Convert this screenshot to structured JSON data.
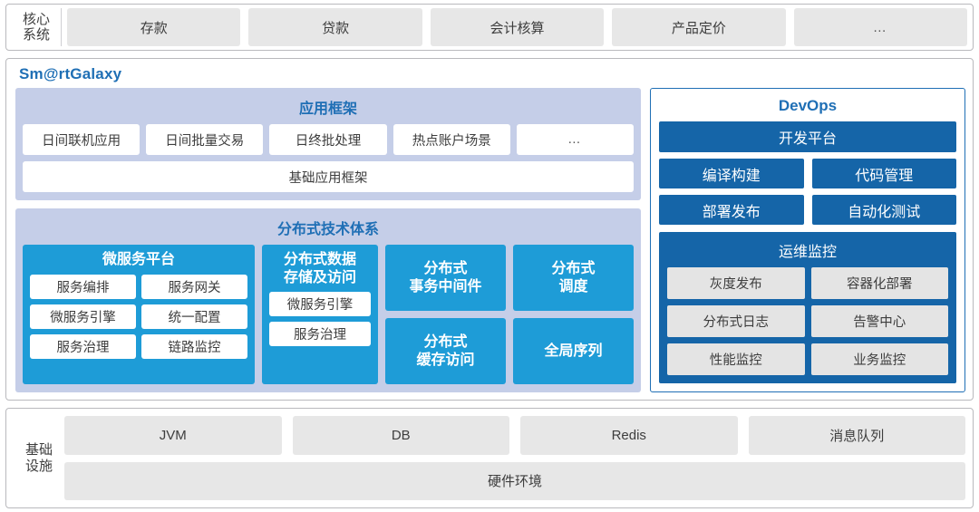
{
  "core_system": {
    "label": "核心\n系统",
    "label_line1": "核心",
    "label_line2": "系统",
    "items": [
      {
        "label": "存款"
      },
      {
        "label": "贷款"
      },
      {
        "label": "会计核算"
      },
      {
        "label": "产品定价"
      },
      {
        "label": "…"
      }
    ]
  },
  "galaxy": {
    "title": "Sm@rtGalaxy",
    "app_framework": {
      "title": "应用框架",
      "items": [
        {
          "label": "日间联机应用"
        },
        {
          "label": "日间批量交易"
        },
        {
          "label": "日终批处理"
        },
        {
          "label": "热点账户场景"
        },
        {
          "label": "…"
        }
      ],
      "base": "基础应用框架"
    },
    "distributed": {
      "title": "分布式技术体系",
      "microservice": {
        "title": "微服务平台",
        "left_items": [
          {
            "label": "服务编排"
          },
          {
            "label": "微服务引擎"
          },
          {
            "label": "服务治理"
          }
        ],
        "right_items": [
          {
            "label": "服务网关"
          },
          {
            "label": "统一配置"
          },
          {
            "label": "链路监控"
          }
        ]
      },
      "storage": {
        "title_line1": "分布式数据",
        "title_line2": "存储及访问",
        "items": [
          {
            "label": "微服务引擎"
          },
          {
            "label": "服务治理"
          }
        ]
      },
      "tiles": [
        {
          "line1": "分布式",
          "line2": "事务中间件"
        },
        {
          "line1": "分布式",
          "line2": "调度"
        },
        {
          "line1": "分布式",
          "line2": "缓存访问"
        },
        {
          "line1": "全局序列",
          "line2": ""
        }
      ]
    },
    "devops": {
      "title": "DevOps",
      "platform": "开发平台",
      "rows": [
        [
          {
            "label": "编译构建"
          },
          {
            "label": "代码管理"
          }
        ],
        [
          {
            "label": "部署发布"
          },
          {
            "label": "自动化测试"
          }
        ]
      ],
      "ops": {
        "title": "运维监控",
        "items": [
          {
            "label": "灰度发布"
          },
          {
            "label": "容器化部署"
          },
          {
            "label": "分布式日志"
          },
          {
            "label": "告警中心"
          },
          {
            "label": "性能监控"
          },
          {
            "label": "业务监控"
          }
        ]
      }
    }
  },
  "infrastructure": {
    "label_line1": "基础",
    "label_line2": "设施",
    "items": [
      {
        "label": "JVM"
      },
      {
        "label": "DB"
      },
      {
        "label": "Redis"
      },
      {
        "label": "消息队列"
      }
    ],
    "hardware": "硬件环境"
  },
  "colors": {
    "brand_blue": "#1f6fb5",
    "devops_blue": "#1565a8",
    "cyan": "#1e9cd7",
    "lavender": "#c5cee8",
    "gray_chip": "#e7e7e7"
  }
}
